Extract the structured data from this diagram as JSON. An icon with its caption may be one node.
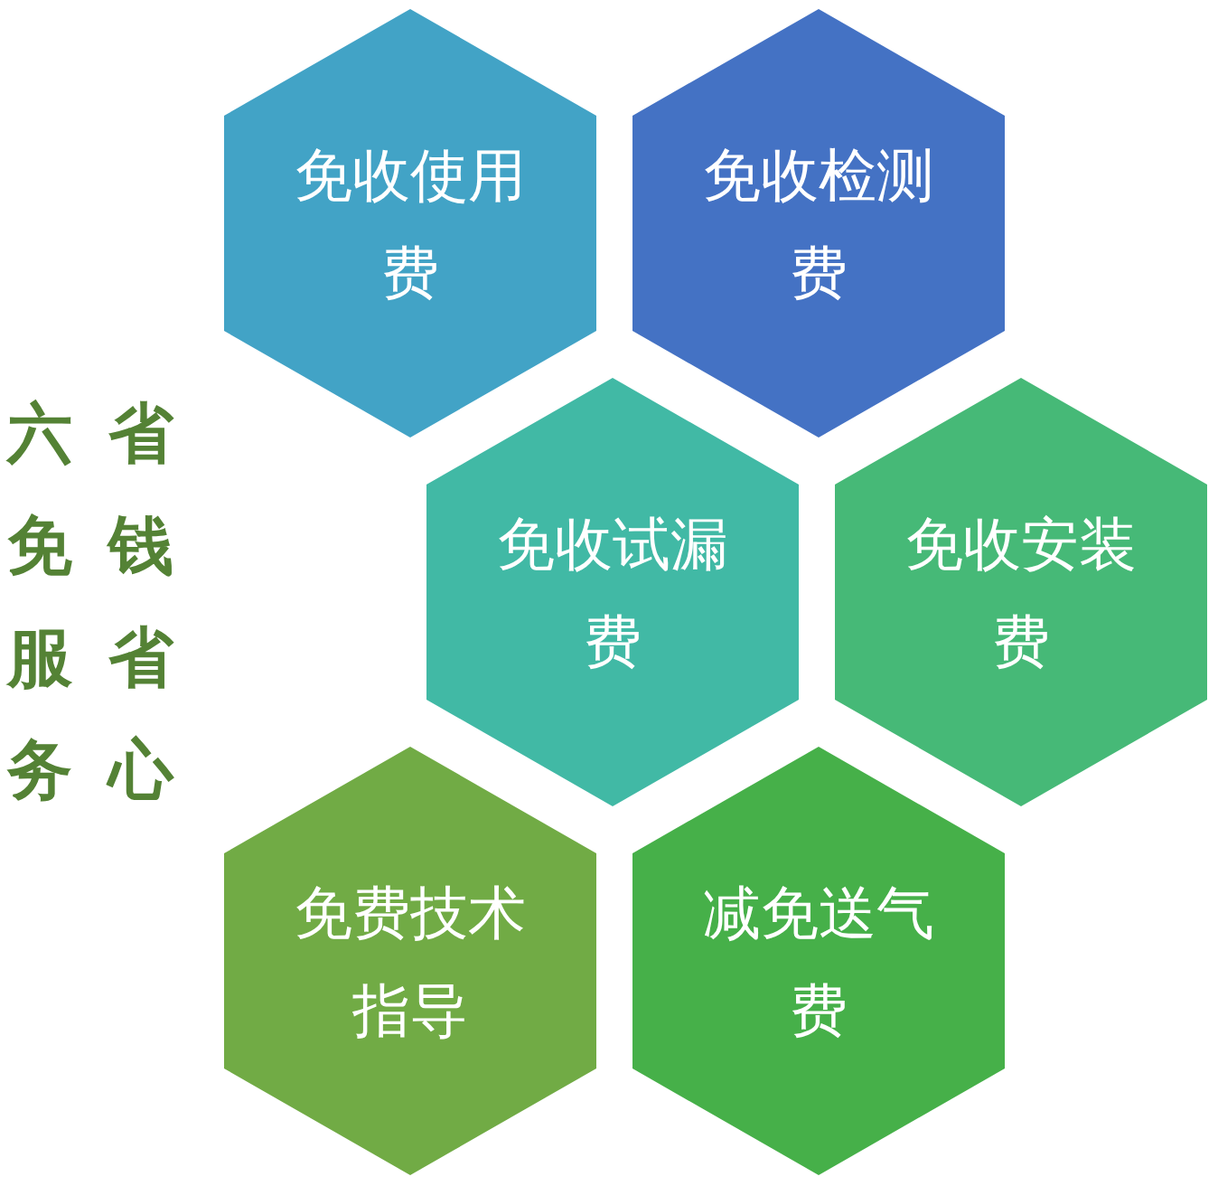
{
  "diagram": {
    "nodes": [
      {
        "text": [
          "免收使用费"
        ]
      },
      {
        "text": [
          "免收检测费"
        ]
      },
      {
        "text": [
          "免收试漏费"
        ]
      },
      {
        "text": [
          "免收安装费"
        ]
      },
      {
        "text": [
          "免费技术指导"
        ]
      },
      {
        "text": [
          "减免送气费"
        ]
      }
    ],
    "labels": [
      "六免服务",
      "省钱省心"
    ]
  }
}
